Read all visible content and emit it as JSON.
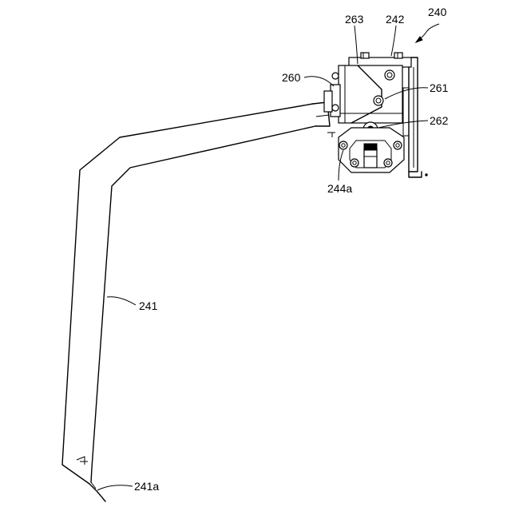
{
  "labels": {
    "assembly": "240",
    "bracket_top": "242",
    "cover": "263",
    "unit": "260",
    "screw": "261",
    "roller": "262",
    "mount_tab": "244a",
    "arm": "241",
    "arm_end": "241a"
  }
}
